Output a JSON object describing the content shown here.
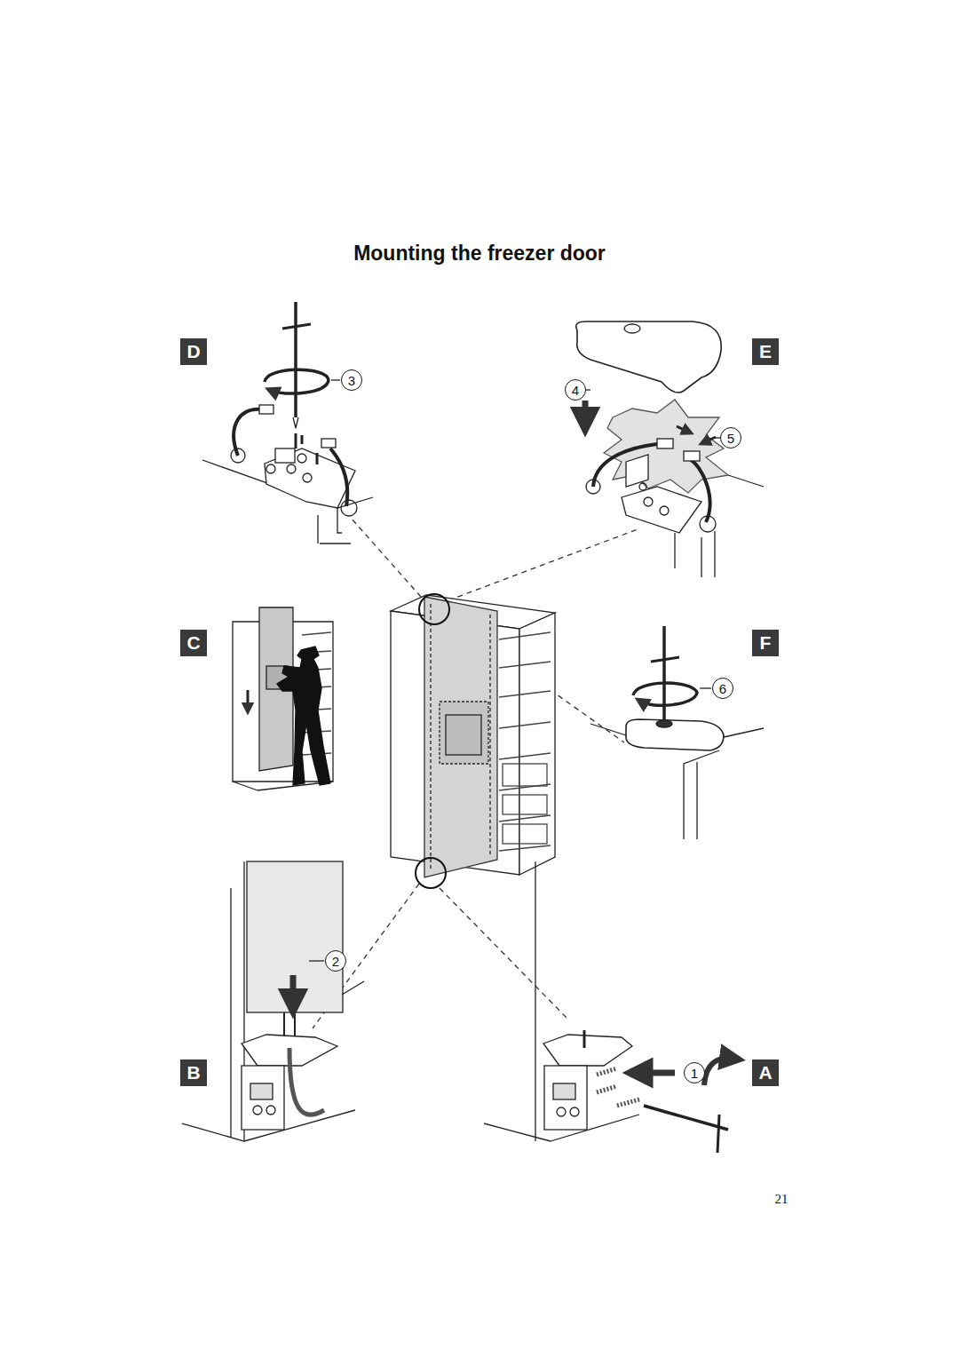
{
  "diagram": {
    "title": "Mounting the freezer door",
    "nodes": [
      {
        "text": [
          "D"
        ]
      },
      {
        "text": [
          "E"
        ]
      },
      {
        "text": [
          "3"
        ]
      },
      {
        "text": [
          "4"
        ]
      },
      {
        "text": [
          "5"
        ]
      },
      {
        "text": [
          "C"
        ]
      },
      {
        "text": [
          "F"
        ]
      },
      {
        "text": [
          "6"
        ]
      },
      {
        "text": [
          "2"
        ]
      },
      {
        "text": [
          "B"
        ]
      },
      {
        "text": [
          "1"
        ]
      },
      {
        "text": [
          "A"
        ]
      }
    ],
    "labels": [
      "21"
    ]
  }
}
